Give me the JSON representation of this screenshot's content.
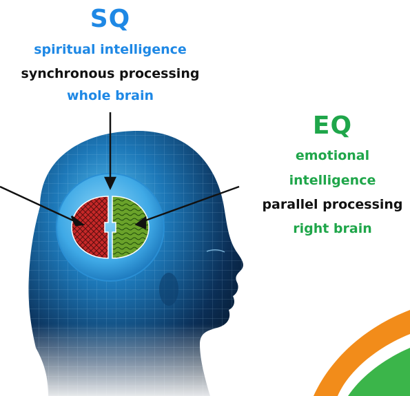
{
  "sq": {
    "title": "SQ",
    "line1": "spiritual intelligence",
    "line2": "synchronous processing",
    "line3": "whole brain",
    "color": "#1e88e5"
  },
  "eq": {
    "title": "EQ",
    "line1": "emotional",
    "line2": "intelligence",
    "line3": "parallel processing",
    "line4": "right brain",
    "color": "#1fa64a"
  },
  "colors": {
    "text_dark": "#111111",
    "left_hemisphere": "#c62828",
    "right_hemisphere": "#6aa22a",
    "ring": "#3fa9e6",
    "head": "#0b2a4a",
    "accent_orange": "#f28c1a",
    "accent_green": "#3bb54a"
  },
  "icons": {
    "head": "head-wireframe-icon",
    "brain": "brain-hemispheres-icon"
  }
}
